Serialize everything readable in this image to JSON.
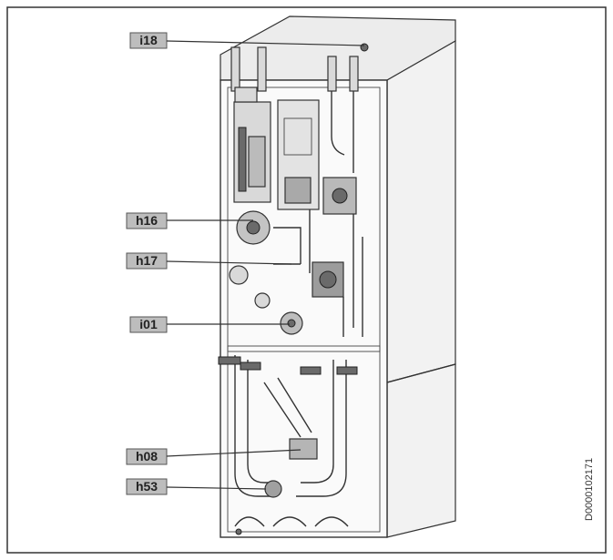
{
  "document_id": "D0000102171",
  "labels": [
    {
      "id": "i18",
      "text": "i18"
    },
    {
      "id": "h16",
      "text": "h16"
    },
    {
      "id": "h17",
      "text": "h17"
    },
    {
      "id": "i01",
      "text": "i01"
    },
    {
      "id": "h08",
      "text": "h08"
    },
    {
      "id": "h53",
      "text": "h53"
    }
  ]
}
